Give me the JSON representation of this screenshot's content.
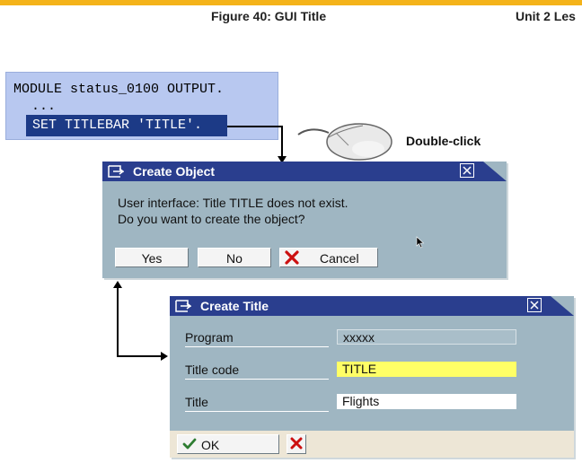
{
  "header": {
    "figure_title": "Figure 40: GUI Title",
    "unit_title": "Unit 2 Les"
  },
  "code": {
    "line1": "MODULE status_0100 OUTPUT.",
    "line2": "...",
    "highlighted": "SET TITLEBAR 'TITLE'."
  },
  "annotation": {
    "double_click": "Double-click"
  },
  "create_object_dialog": {
    "title": "Create Object",
    "message_line1": "User interface: Title TITLE does not exist.",
    "message_line2": "Do you want to create the object?",
    "yes_label": "Yes",
    "no_label": "No",
    "cancel_label": "Cancel"
  },
  "create_title_dialog": {
    "title": "Create Title",
    "program_label": "Program",
    "program_value": "xxxxx",
    "title_code_label": "Title code",
    "title_code_value": "TITLE",
    "title_label": "Title",
    "title_value": "Flights",
    "ok_label": "OK"
  },
  "colors": {
    "accent_bar": "#f4b31a",
    "titlebar": "#2a3e8e",
    "dialog_bg": "#9fb6c2",
    "code_bg": "#b8c8f0",
    "code_highlight": "#1c3a86",
    "highlight_field": "#ffff66"
  },
  "icons": [
    "dialog-window-icon",
    "close-icon",
    "cancel-x-icon",
    "ok-check-icon",
    "mouse-icon",
    "mouse-pointer-icon"
  ]
}
